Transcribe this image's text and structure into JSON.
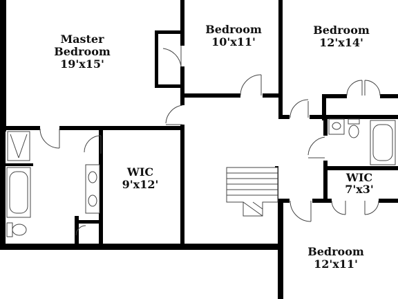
{
  "rooms": {
    "master_bedroom": {
      "name_line1": "Master",
      "name_line2": "Bedroom",
      "size": "19'x15'"
    },
    "bedroom_top_middle": {
      "name": "Bedroom",
      "size": "10'x11'"
    },
    "bedroom_top_right": {
      "name": "Bedroom",
      "size": "12'x14'"
    },
    "wic_large": {
      "name": "WIC",
      "size": "9'x12'"
    },
    "wic_small": {
      "name": "WIC",
      "size": "7'x3'"
    },
    "bedroom_bottom_right": {
      "name": "Bedroom",
      "size": "12'x11'"
    }
  },
  "colors": {
    "wall": "#000000",
    "background": "#ffffff",
    "fixture_line": "#444444"
  }
}
